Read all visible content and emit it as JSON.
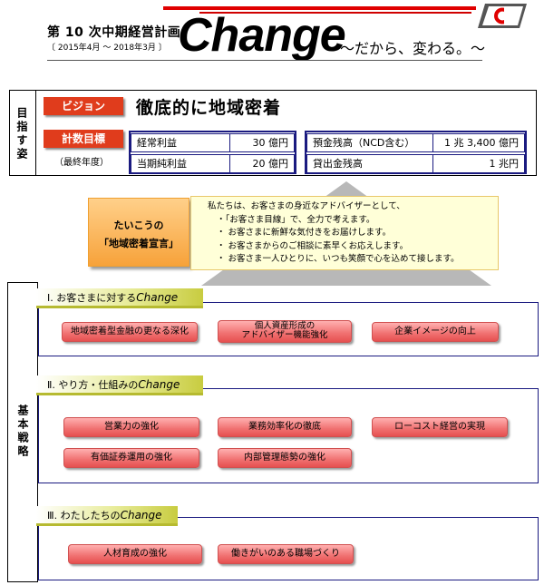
{
  "header": {
    "plan_title": "第 10 次中期経営計画",
    "period": "〔 2015年4月 ～ 2018年3月 〕",
    "change_word": "Change",
    "change_sub": "～だから、変わる。～"
  },
  "goals": {
    "section_label": "目指す姿",
    "vision_label": "ビジョン",
    "vision_text": "徹底的に地域密着",
    "target_label": "計数目標",
    "target_note": "（最終年度）",
    "targets_left": [
      {
        "label": "経常利益",
        "value": "30 億円"
      },
      {
        "label": "当期純利益",
        "value": "20 億円"
      }
    ],
    "targets_right": [
      {
        "label": "預金残高（NCD含む）",
        "value": "1 兆 3,400 億円"
      },
      {
        "label": "貸出金残高",
        "value": "1 兆円"
      }
    ]
  },
  "declaration": {
    "tag_line1": "たいこうの",
    "tag_line2": "「地域密着宣言」",
    "head": "私たちは、お客さまの身近なアドバイザーとして、",
    "items": [
      "・「お客さま目線」で、全力で考えます。",
      "・ お客さまに新鮮な気付きをお届けします。",
      "・ お客さまからのご相談に素早くお応えします。",
      "・ お客さま一人ひとりに、いつも笑顔で心を込めて接します。"
    ]
  },
  "strategy": {
    "section_label": "基本戦略",
    "groups": [
      {
        "head_jp": "Ⅰ. お客さまに対する",
        "head_en": "Change",
        "items": [
          "地域密着型金融の更なる深化",
          "個人資産形成の",
          "アドバイザー機能強化",
          "企業イメージの向上"
        ]
      },
      {
        "head_jp": "Ⅱ. やり方・仕組みの",
        "head_en": "Change",
        "items": [
          "営業力の強化",
          "業務効率化の徹底",
          "ローコスト経営の実現",
          "有価証券運用の強化",
          "内部管理態勢の強化"
        ]
      },
      {
        "head_jp": "Ⅲ. わたしたちの",
        "head_en": "Change",
        "items": [
          "人材育成の強化",
          "働きがいのある職場づくり"
        ]
      }
    ]
  },
  "colors": {
    "accent_red": "#e03c1c",
    "frame_navy": "#1a1a80",
    "pill_red": "#f07070",
    "decl_orange": "#f7a23a",
    "head_olive": "#c8cc40"
  }
}
